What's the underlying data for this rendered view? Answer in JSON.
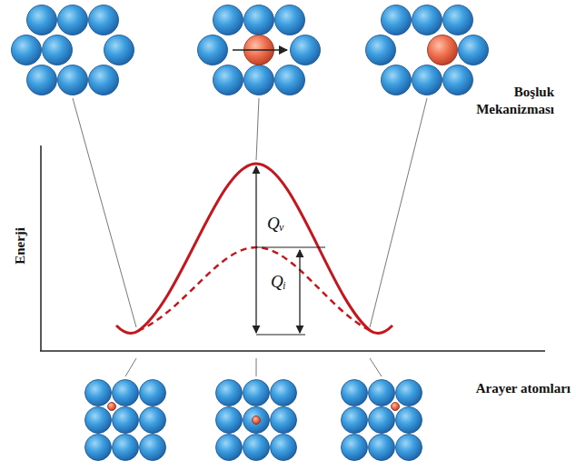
{
  "diagram": {
    "labels": [
      "Boşluk Mekanizması",
      "Enerji",
      "Qᵥ",
      "Qᵢ",
      "Arayer atomları"
    ]
  }
}
